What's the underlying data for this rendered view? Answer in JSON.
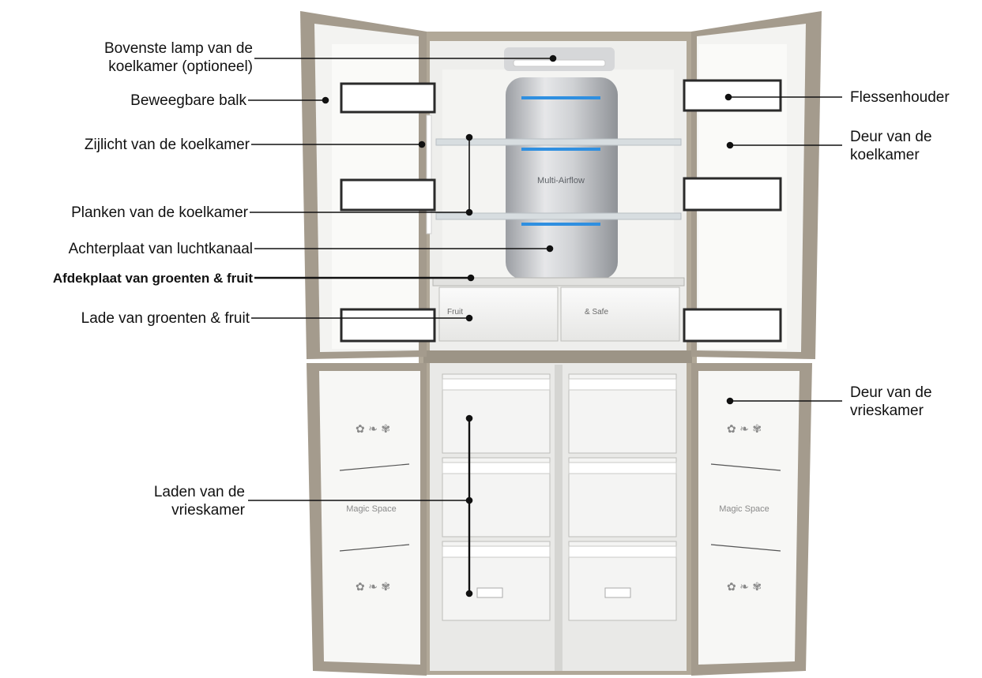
{
  "labels": {
    "top_lamp": [
      "Bovenste lamp van de",
      "koelkamer (optioneel)"
    ],
    "movable_bar": "Beweegbare balk",
    "side_light": "Zijlicht van de koelkamer",
    "shelves": "Planken van de koelkamer",
    "air_duct_plate": "Achterplaat van luchtkanaal",
    "crisper_cover": "Afdekplaat van groenten & fruit",
    "crisper_drawer": "Lade van groenten & fruit",
    "freezer_drawers": [
      "Laden van de",
      "vrieskamer"
    ],
    "bottle_holder": "Flessenhouder",
    "fridge_door": [
      "Deur van de",
      "koelkamer"
    ],
    "freezer_door": [
      "Deur van de",
      "vrieskamer"
    ]
  },
  "markings": {
    "multi_airflow": "Multi-Airflow",
    "fruit_drawer": "Fruit",
    "safe_drawer": "& Safe",
    "magic_space_left": "Magic Space",
    "magic_space_right": "Magic Space"
  },
  "colors": {
    "cabinet_frame": "#a79e91",
    "interior": "#eeeeec",
    "door_liner": "#f7f7f5",
    "leader_line": "#111111",
    "led_blue": "#2f8fe0"
  }
}
